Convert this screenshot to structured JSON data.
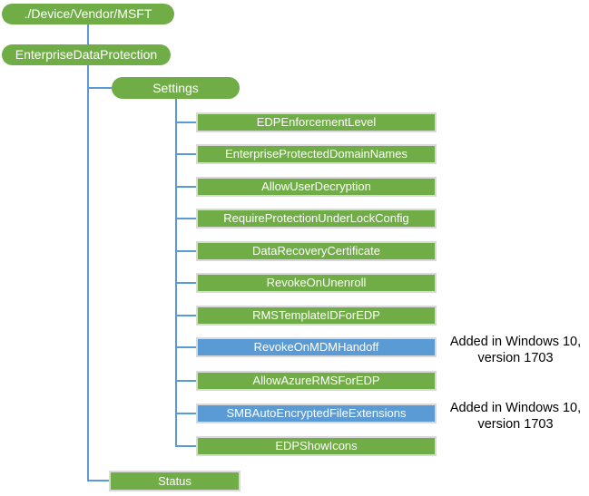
{
  "colors": {
    "node_green": "#70AD47",
    "node_blue": "#5B9BD5",
    "connector_blue": "#5B9BD5",
    "node_border": "#D9D9D9",
    "node_text": "#FFFFFF",
    "annotation_text": "#000000"
  },
  "tree": {
    "root": {
      "label": "./Device/Vendor/MSFT"
    },
    "provider": {
      "label": "EnterpriseDataProtection"
    },
    "settings": {
      "label": "Settings"
    },
    "settings_children": [
      {
        "label": "EDPEnforcementLevel",
        "highlight": false
      },
      {
        "label": "EnterpriseProtectedDomainNames",
        "highlight": false
      },
      {
        "label": "AllowUserDecryption",
        "highlight": false
      },
      {
        "label": "RequireProtectionUnderLockConfig",
        "highlight": false
      },
      {
        "label": "DataRecoveryCertificate",
        "highlight": false
      },
      {
        "label": "RevokeOnUnenroll",
        "highlight": false
      },
      {
        "label": "RMSTemplateIDForEDP",
        "highlight": false
      },
      {
        "label": "RevokeOnMDMHandoff",
        "highlight": true
      },
      {
        "label": "AllowAzureRMSForEDP",
        "highlight": false
      },
      {
        "label": "SMBAutoEncryptedFileExtensions",
        "highlight": true
      },
      {
        "label": "EDPShowIcons",
        "highlight": false
      }
    ],
    "status": {
      "label": "Status"
    }
  },
  "annotations": [
    {
      "line1": "Added in Windows 10,",
      "line2": "version 1703"
    },
    {
      "line1": "Added in Windows 10,",
      "line2": "version 1703"
    }
  ]
}
